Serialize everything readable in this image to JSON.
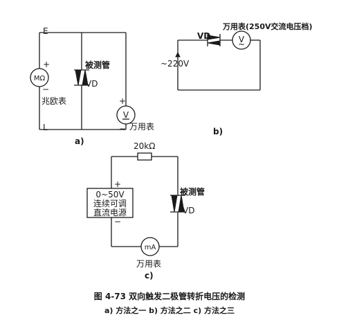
{
  "diagram_a": {
    "label_E": "E",
    "label_L": "L",
    "megohm_meter_symbol": "MΩ",
    "megohm_meter_label": "兆欧表",
    "plus": "+",
    "minus": "−",
    "dut_label": "被测管",
    "vd_label": "VD",
    "voltmeter_symbol": "V",
    "multimeter_label": "万用表",
    "sublabel": "a)"
  },
  "diagram_b": {
    "vd_label": "VD",
    "multimeter_label": "万用表(250V交流电压档)",
    "voltmeter_symbol": "V",
    "ac_source_label": "~220V",
    "sublabel": "b)"
  },
  "diagram_c": {
    "resistor_label": "20kΩ",
    "plus": "+",
    "minus": "−",
    "supply_range": "0~50V",
    "supply_line2": "连续可调",
    "supply_line3": "直流电源",
    "dut_label": "被测管",
    "vd_label": "VD",
    "ammeter_symbol": "mA",
    "multimeter_label": "万用表",
    "sublabel": "c)"
  },
  "caption": {
    "title": "图 4-73   双向触发二极管转折电压的检测",
    "subtitle": "a) 方法之一   b) 方法之二   c) 方法之三"
  }
}
